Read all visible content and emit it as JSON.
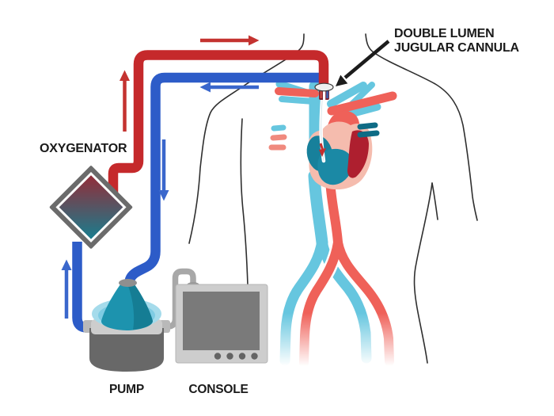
{
  "labels": {
    "cannula_line1": "DOUBLE LUMEN",
    "cannula_line2": "JUGULAR CANNULA",
    "oxygenator": "OXYGENATOR",
    "pump": "PUMP",
    "console": "CONSOLE"
  },
  "colors": {
    "tube_red": "#c5292b",
    "tube_blue": "#2d5cc8",
    "arrow_red": "#c43330",
    "arrow_blue": "#3a67cc",
    "vessel_cyan": "#66c6df",
    "vessel_red": "#ef6159",
    "vessel_red_light": "#f08a7e",
    "heart_teal": "#17809b",
    "heart_teal_light": "#1b89a5",
    "heart_crimson": "#ae1f2f",
    "heart_pink": "#f5bcae",
    "oxygenator_top_red": "#942c38",
    "oxygenator_bottom_teal": "#187e8f",
    "device_gray_dark": "#686868",
    "device_gray_light": "#cdcdcd",
    "pump_cone": "#1d93ae",
    "pump_rim": "#a5dbeb",
    "body_outline": "#2f2f2f",
    "label_black": "#1a1a1a"
  }
}
